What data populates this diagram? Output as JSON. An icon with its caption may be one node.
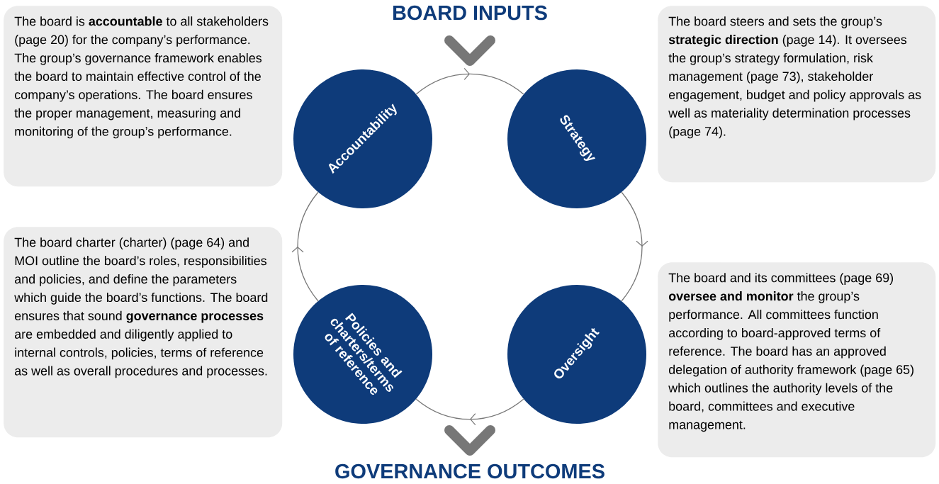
{
  "diagram": {
    "nodes": [
      {
        "text": [
          "The board is **accountable** to all stakeholders (page 20) for the company’s performance. The group’s governance framework enables the board to maintain effective control of the company’s operations. The board ensures the proper management, measuring and monitoring of the group’s performance."
        ]
      },
      {
        "text": [
          "Accountability"
        ]
      },
      {
        "text": [
          "Strategy"
        ]
      },
      {
        "text": [
          "The board steers and sets the group’s **strategic direction** (page 14). It oversees the group’s strategy formulation, risk management (page 73), stakeholder engagement, budget and policy approvals as well as materiality determination processes (page 74)."
        ]
      },
      {
        "text": [
          "The board charter (charter) (page 64) and MOI outline the board’s roles, responsibilities and policies, and define the parameters which guide the board’s functions. The board ensures that sound **governance processes** are embedded and diligently applied to internal controls, policies, terms of reference as well as overall procedures and processes."
        ]
      },
      {
        "text": [
          "Policies and charters/terms of reference"
        ]
      },
      {
        "text": [
          "Oversight"
        ]
      },
      {
        "text": [
          "The board and its committees (page 69) **oversee and monitor** the group’s performance. All committees function according to board-approved terms of reference. The board has an approved delegation of authority framework (page 65) which outlines the authority levels of the board, committees and executive management."
        ]
      }
    ],
    "edges": [
      {
        "from": 1,
        "to": 2,
        "arrow": "to"
      },
      {
        "from": 2,
        "to": 6,
        "arrow": "to"
      },
      {
        "from": 6,
        "to": 5,
        "arrow": "to"
      },
      {
        "from": 5,
        "to": 1,
        "arrow": "to"
      }
    ],
    "labels": [
      "BOARD INPUTS",
      "GOVERNANCE OUTCOMES"
    ]
  }
}
